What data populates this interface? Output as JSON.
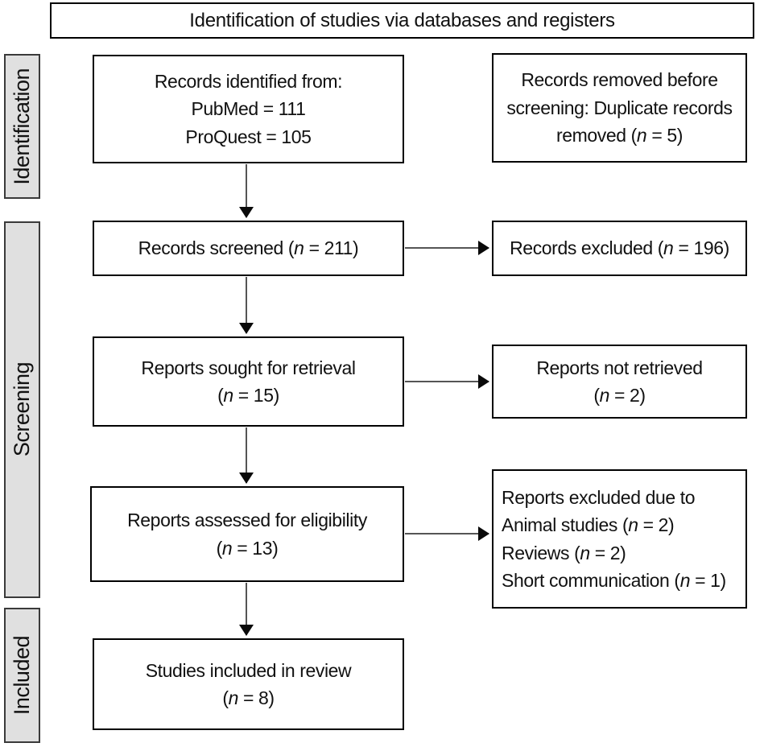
{
  "title": "Identification of studies via databases and registers",
  "colors": {
    "box_border": "#000000",
    "stage_fill": "#e0e0e0",
    "stage_border": "#3a3a3a",
    "arrow_line": "#555555",
    "arrowhead": "#0a0a0a",
    "background": "#ffffff",
    "text": "#111111"
  },
  "stages": [
    {
      "label": "Identification"
    },
    {
      "label": "Screening"
    },
    {
      "label": "Included"
    }
  ],
  "boxes": {
    "records_identified": {
      "lines": [
        "Records identified from:",
        "PubMed = 111",
        "ProQuest = 105"
      ]
    },
    "records_removed": {
      "lines": [
        "Records removed before",
        "screening: Duplicate records",
        "removed (*n* = 5)"
      ]
    },
    "records_screened": {
      "lines": [
        "Records screened (*n* = 211)"
      ]
    },
    "records_excluded": {
      "lines": [
        "Records excluded (*n* = 196)"
      ]
    },
    "reports_sought": {
      "lines": [
        "Reports sought for retrieval",
        "(*n* = 15)"
      ]
    },
    "reports_not_retrieved": {
      "lines": [
        "Reports not retrieved",
        "(*n* = 2)"
      ]
    },
    "reports_assessed": {
      "lines": [
        "Reports assessed for eligibility",
        "(*n* = 13)"
      ]
    },
    "reports_excluded": {
      "lines": [
        "Reports excluded due to",
        "Animal studies (*n* = 2)",
        "Reviews (*n* = 2)",
        "Short communication (*n* = 1)"
      ]
    },
    "studies_included": {
      "lines": [
        "Studies included in review",
        "(*n* = 8)"
      ]
    }
  }
}
